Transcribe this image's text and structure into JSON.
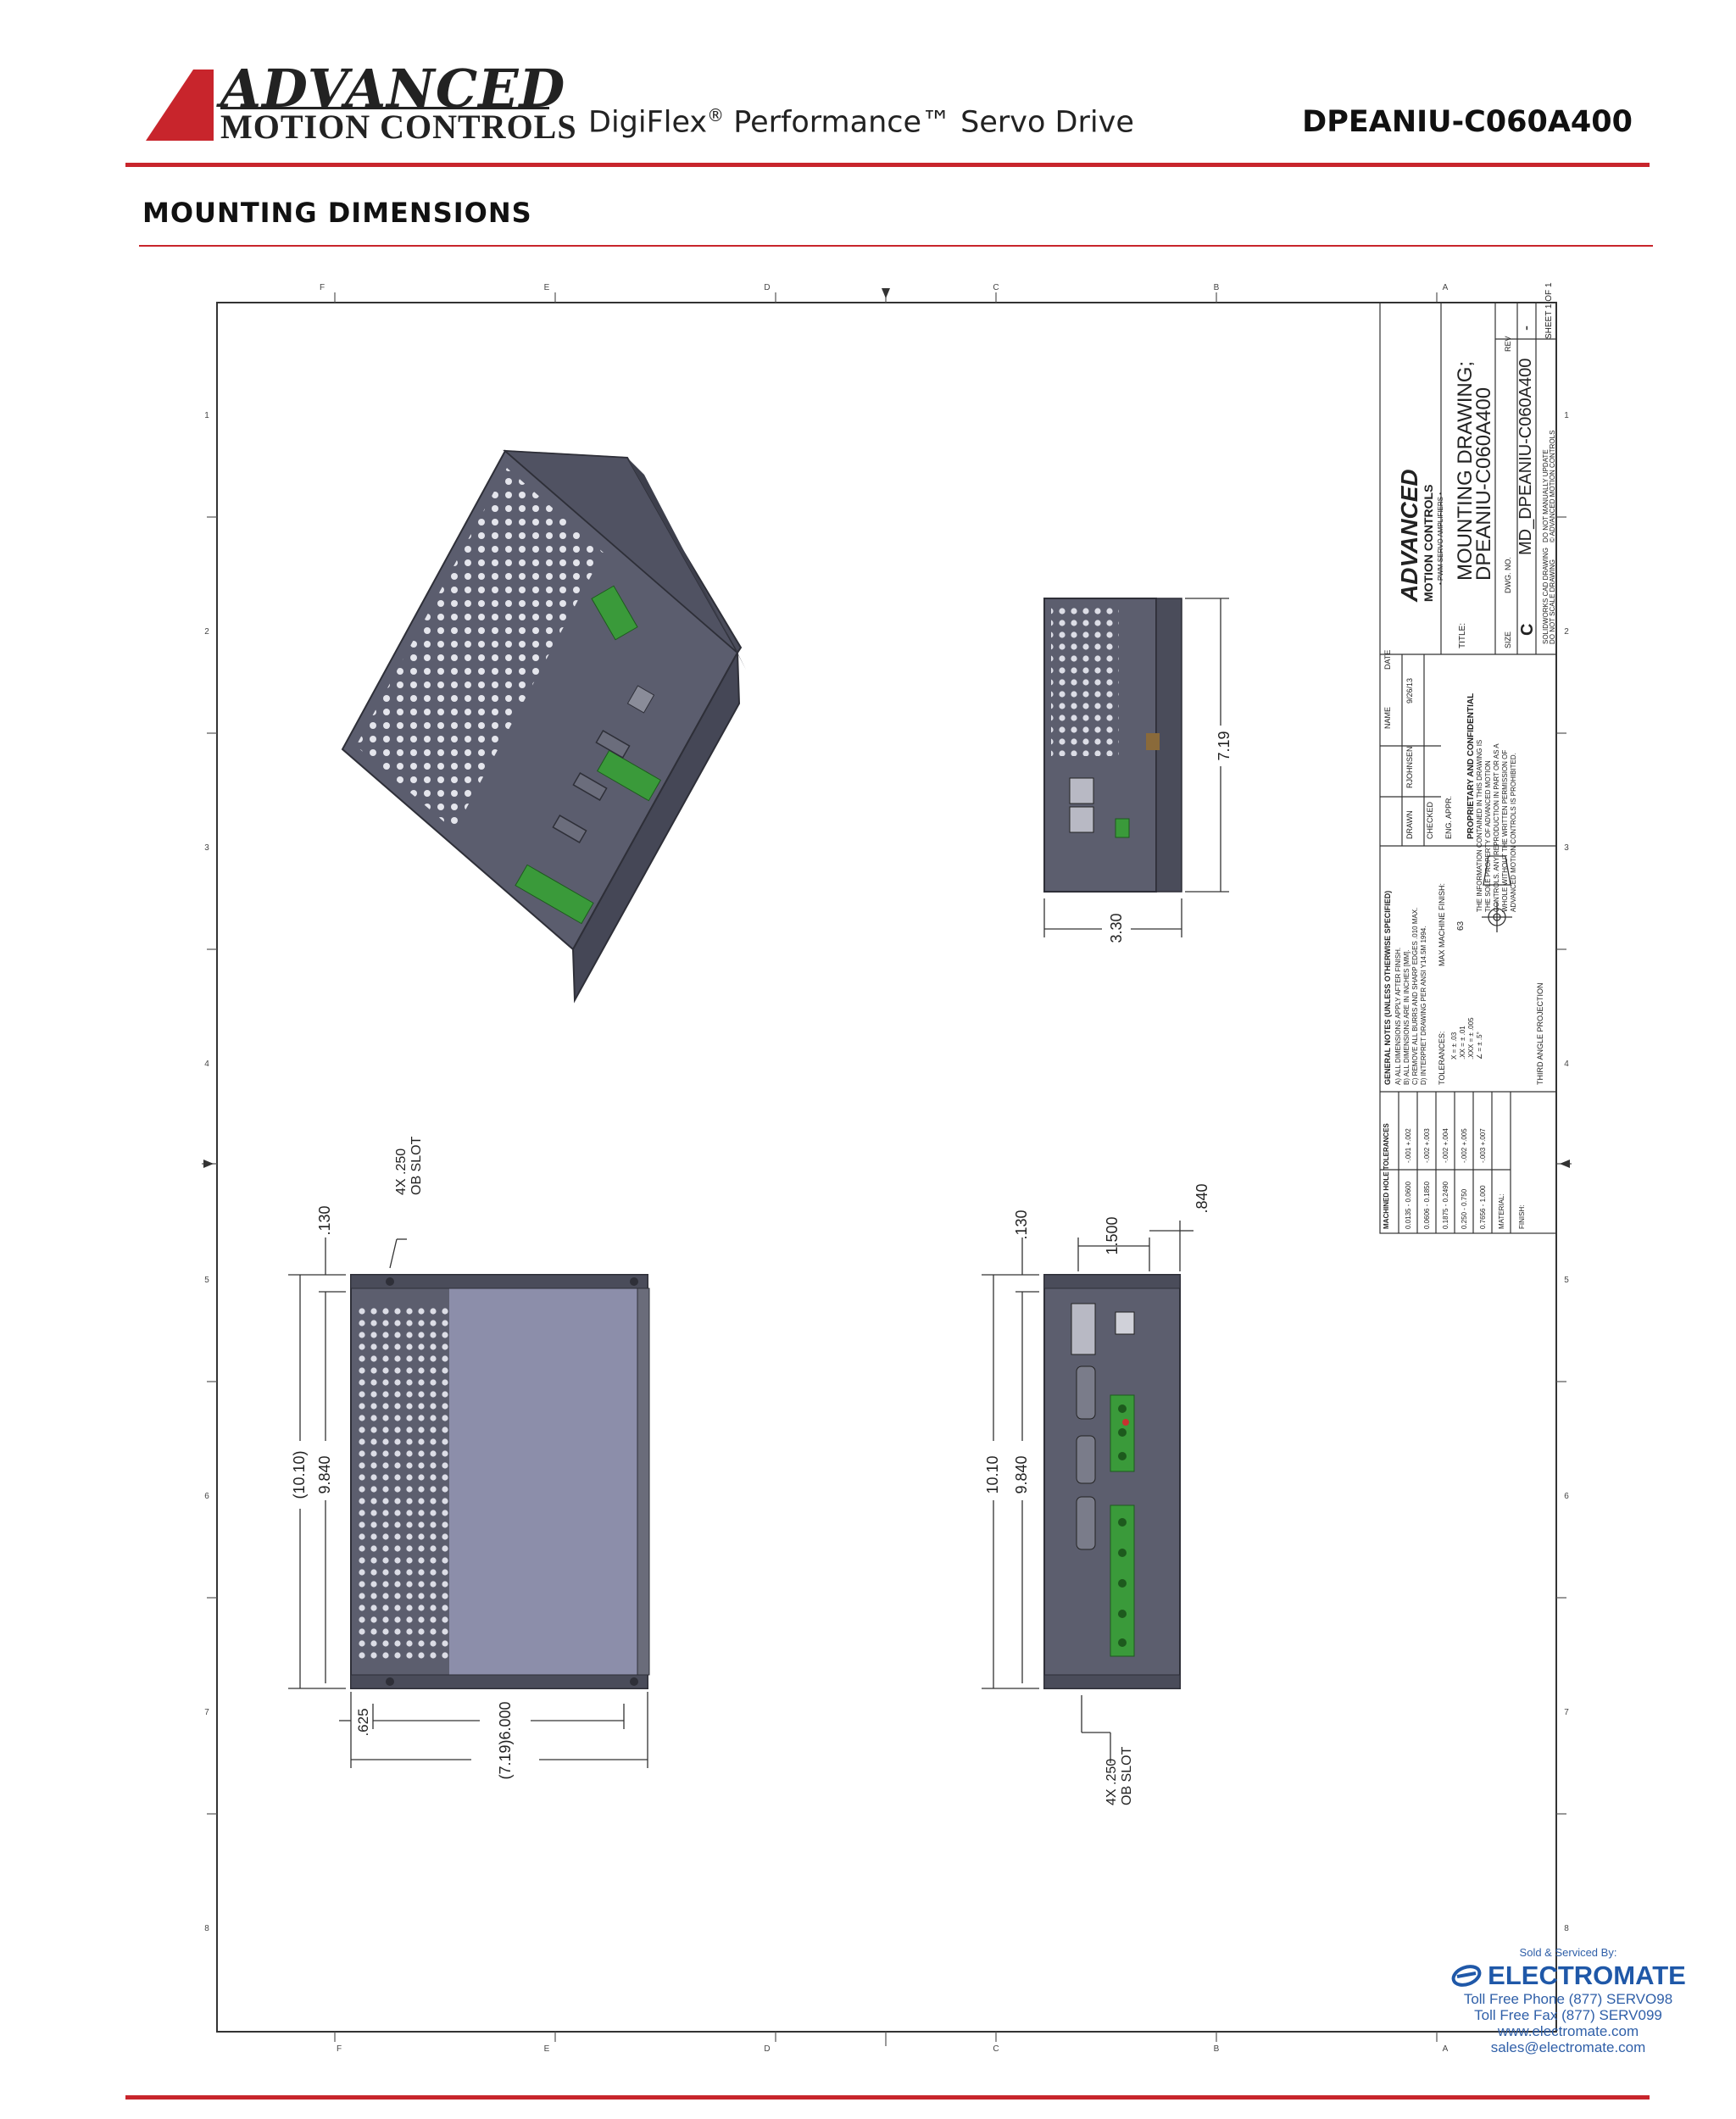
{
  "header": {
    "logo_line1": "ADVANCED",
    "logo_line2": "MOTION CONTROLS",
    "product_name": "DigiFlex",
    "product_reg": "®",
    "product_rest": " Performance™ Servo Drive",
    "part_number": "DPEANIU-C060A400"
  },
  "section": {
    "title": "MOUNTING DIMENSIONS"
  },
  "drawing": {
    "zones_letters": [
      "F",
      "E",
      "D",
      "C",
      "B",
      "A"
    ],
    "zones_numbers": [
      "1",
      "2",
      "3",
      "4",
      "5",
      "6",
      "7",
      "8"
    ],
    "dims": {
      "h_7_19": "7.19",
      "h_3_30": "3.30",
      "slot_top": "4X .250\nOB SLOT",
      "d_130_left": ".130",
      "d_10_10_left": "(10.10)",
      "d_9_840_left": "9.840",
      "d_625": ".625",
      "d_6_000": "6.000",
      "d_7_19_bottom": "(7.19)",
      "d_130_right": ".130",
      "d_1_500": "1.500",
      "d_840": ".840",
      "d_10_10_right": "10.10",
      "d_9_840_right": "9.840",
      "slot_bottom": "4X .250\nOB SLOT"
    },
    "title_block": {
      "company_line1": "ADVANCED",
      "company_line2": "MOTION CONTROLS",
      "company_sub": "• PWM SERVO AMPLIFIERS •",
      "title_label": "TITLE:",
      "title_value": "MOUNTING DRAWING;\nDPEANIU-C060A400",
      "size_label": "SIZE",
      "size_value": "C",
      "dwg_label": "DWG. NO.",
      "dwg_value": "MD_DPEANIU-C060A400",
      "rev_label": "REV",
      "rev_value": "-",
      "sheet": "SHEET 1 OF 1",
      "solidworks": "SOLIDWORKS CAD DRAWING",
      "do_not": "DO NOT MANUALLY UPDATE",
      "copyright": "© ADVANCED MOTION CONTROLS",
      "do_not_scale": "DO NOT SCALE DRAWING",
      "name_label": "NAME",
      "date_label": "DATE",
      "drawn_label": "DRAWN",
      "drawn_name": "RJOHNSEN",
      "drawn_date": "9/26/13",
      "checked_label": "CHECKED",
      "eng_label": "ENG. APPR.",
      "proprietary": "PROPRIETARY AND CONFIDENTIAL",
      "proprietary_text": "THE INFORMATION CONTAINED IN THIS DRAWING IS THE SOLE PROPERTY OF ADVANCED MOTION CONTROLS. ANY REPRODUCTION IN PART OR AS A WHOLE WITHOUT THE WRITTEN PERMISSION OF ADVANCED MOTION CONTROLS IS PROHIBITED.",
      "general_notes": "GENERAL NOTES (UNLESS OTHERWISE SPECIFIED)",
      "notes": [
        "A) ALL DIMENSIONS APPLY AFTER FINISH.",
        "B) ALL DIMENSIONS ARE IN INCHES [MM].",
        "C) REMOVE ALL BURRS AND SHARP EDGES .010 MAX.",
        "D) INTERPRET DRAWING PER ANSI Y14.5M 1994."
      ],
      "tolerances": "TOLERANCES:",
      "tol_values": [
        "X = ± .03",
        ".XX = ± .01",
        ".XXX = ± .005",
        "∠ = ± .5°"
      ],
      "max_finish": "MAX MACHINE FINISH:",
      "finish_value": "63",
      "third_angle": "THIRD ANGLE PROJECTION",
      "hole_tol_title": "MACHINED HOLE TOLERANCES",
      "hole_tol_rows": [
        [
          "0.0135 - 0.0600",
          "-.001 +.002"
        ],
        [
          "0.0606 - 0.1850",
          "-.002 +.003"
        ],
        [
          "0.1875 - 0.2490",
          "-.002 +.004"
        ],
        [
          "0.250 - 0.750",
          "-.002 +.005"
        ],
        [
          "0.7656 - 1.000",
          "-.003 +.007"
        ]
      ],
      "material": "MATERIAL:",
      "finish": "FINISH:"
    }
  },
  "electromate": {
    "sold": "Sold & Serviced By:",
    "name": "ELECTROMATE",
    "phone": "Toll Free Phone (877) SERVO98",
    "fax": "Toll Free Fax (877) SERV099",
    "web": "www.electromate.com",
    "email": "sales@electromate.com"
  },
  "colors": {
    "accent_red": "#c8252c",
    "drive_gray": "#5c5e6e",
    "connector_green": "#3a9a3a",
    "electromate_blue": "#1f58a8"
  }
}
